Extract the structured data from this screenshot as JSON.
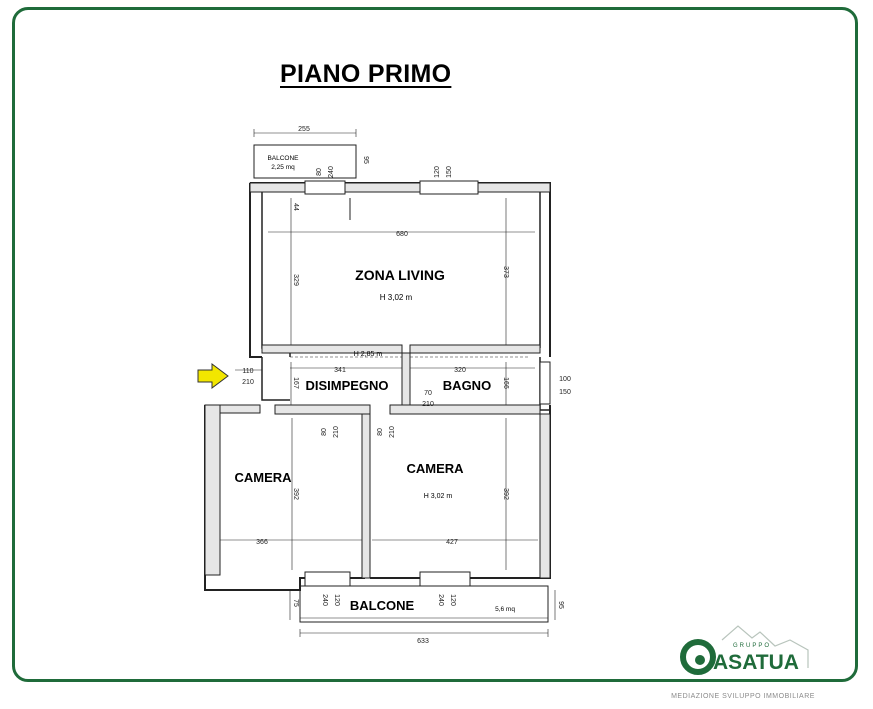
{
  "title": "PIANO PRIMO",
  "rooms": {
    "zona_living": "ZONA LIVING",
    "zona_living_height": "H 3,02 m",
    "disimpegno": "DISIMPEGNO",
    "disimpegno_height": "H 2,85 m",
    "bagno": "BAGNO",
    "camera_left": "CAMERA",
    "camera_right": "CAMERA",
    "camera_right_height": "H 3,02 m",
    "balcone_bottom": "BALCONE",
    "balcone_bottom_area": "5,6 mq",
    "balcone_top": "BALCONE",
    "balcone_top_area": "2,25 mq"
  },
  "dimensions": {
    "top_balcony_width": "255",
    "top_balcony_right": "95",
    "living_width": "680",
    "living_left_height": "329",
    "living_right_height": "373",
    "living_left_small": "44",
    "window_top_left_w": "80",
    "window_top_left_h": "240",
    "window_top_right_w": "120",
    "window_top_right_h": "150",
    "corridor_width": "341",
    "bagno_width": "320",
    "entry_w": "110",
    "entry_h": "210",
    "corridor_height": "167",
    "bagno_height": "166",
    "bagno_door_w": "70",
    "bagno_door_h": "210",
    "bagno_window_w": "100",
    "bagno_window_h": "150",
    "camera_left_door_w": "80",
    "camera_left_door_h": "210",
    "camera_right_door_w": "80",
    "camera_right_door_h": "210",
    "camera_left_height": "392",
    "camera_right_height": "392",
    "camera_left_width": "366",
    "camera_right_width": "427",
    "balcony_left_door_w": "240",
    "balcony_left_door_h": "120",
    "balcony_right_door_w": "240",
    "balcony_right_door_h": "120",
    "balcony_left_depth": "75",
    "balcony_right_depth": "95",
    "balcony_width": "633"
  },
  "logo": {
    "brand": "ASATUA",
    "group": "GRUPPO",
    "tagline": "MEDIAZIONE SVILUPPO IMMOBILIARE",
    "color": "#1f6b3a"
  },
  "arrow_color": "#f2e600"
}
